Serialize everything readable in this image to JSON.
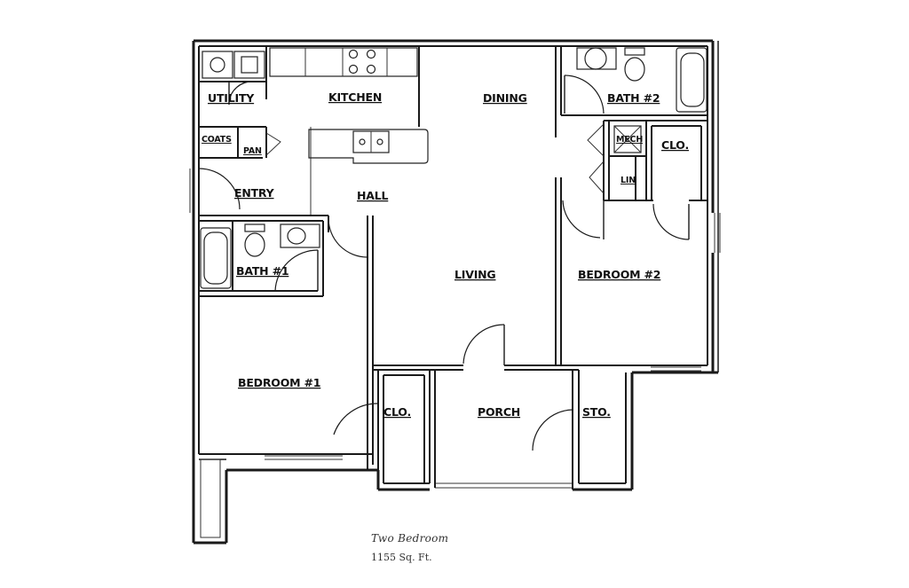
{
  "plan": {
    "rooms": {
      "utility": "UTILITY",
      "kitchen": "KITCHEN",
      "dining": "DINING",
      "bath2": "BATH #2",
      "coats": "COATS",
      "pan": "PAN",
      "hall": "HALL",
      "entry": "ENTRY",
      "mech": "MECH",
      "clo_bed2": "CLO.",
      "lin": "LIN",
      "bath1": "BATH #1",
      "living": "LIVING",
      "bedroom2": "BEDROOM #2",
      "bedroom1": "BEDROOM #1",
      "clo_bed1": "CLO.",
      "porch": "PORCH",
      "sto": "STO."
    },
    "caption": {
      "title": "Two Bedroom",
      "area": "1155 Sq. Ft."
    }
  }
}
